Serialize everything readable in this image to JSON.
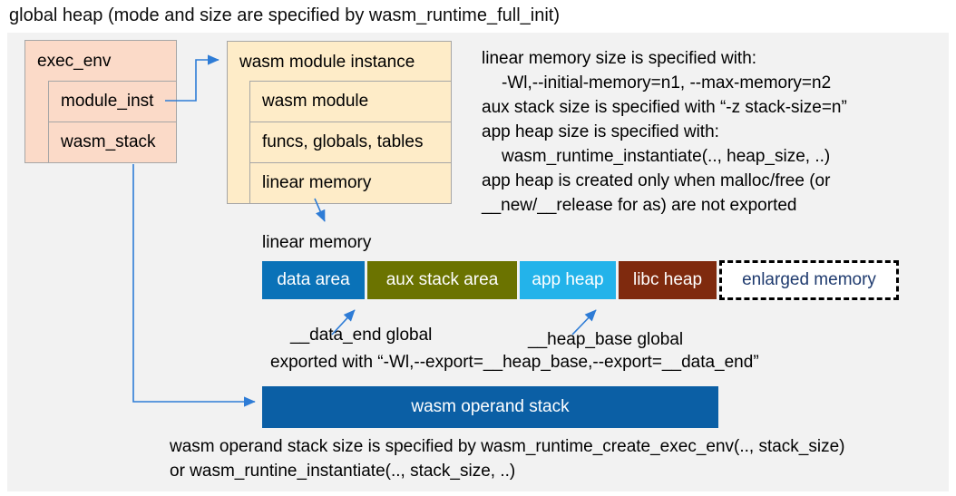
{
  "title": "global heap (mode and size are specified by wasm_runtime_full_init)",
  "exec_env": {
    "header": "exec_env",
    "rows": [
      "module_inst",
      "wasm_stack"
    ]
  },
  "module_instance": {
    "header": "wasm module instance",
    "rows": [
      "wasm module",
      "funcs, globals, tables",
      "linear memory"
    ]
  },
  "notes_right": {
    "lines": [
      "linear memory size is specified with:",
      "-Wl,--initial-memory=n1, --max-memory=n2",
      "aux stack size is specified with “-z stack-size=n”",
      "app heap size is specified with:",
      "wasm_runtime_instantiate(.., heap_size, ..)",
      "app heap is created only when malloc/free (or",
      "__new/__release for as) are not exported"
    ]
  },
  "linear_memory_label": "linear memory",
  "bar": {
    "segments": [
      {
        "label": "data area",
        "color": "#0a72b8"
      },
      {
        "label": "aux stack area",
        "color": "#6b7300"
      },
      {
        "label": "app heap",
        "color": "#23b3ea"
      },
      {
        "label": "libc heap",
        "color": "#7f2a0e"
      }
    ],
    "enlarged": {
      "label": "enlarged memory",
      "text_color": "#1e3a6e"
    }
  },
  "globals_labels": {
    "data_end": "__data_end global",
    "heap_base": "__heap_base global",
    "exported": "exported with “-Wl,--export=__heap_base,--export=__data_end”"
  },
  "operand_stack": {
    "label": "wasm operand stack",
    "color": "#0b5fa5"
  },
  "notes_bottom": {
    "lines": [
      "wasm operand stack size is specified by wasm_runtime_create_exec_env(.., stack_size)",
      "or wasm_runtine_instantiate(.., stack_size, ..)"
    ]
  },
  "colors": {
    "panel_bg": "#f2f2f2",
    "box_pink": "#fbdac8",
    "box_cream": "#feecc8",
    "border_gray": "#a6a6a6",
    "arrow_blue": "#2e7cd6"
  }
}
